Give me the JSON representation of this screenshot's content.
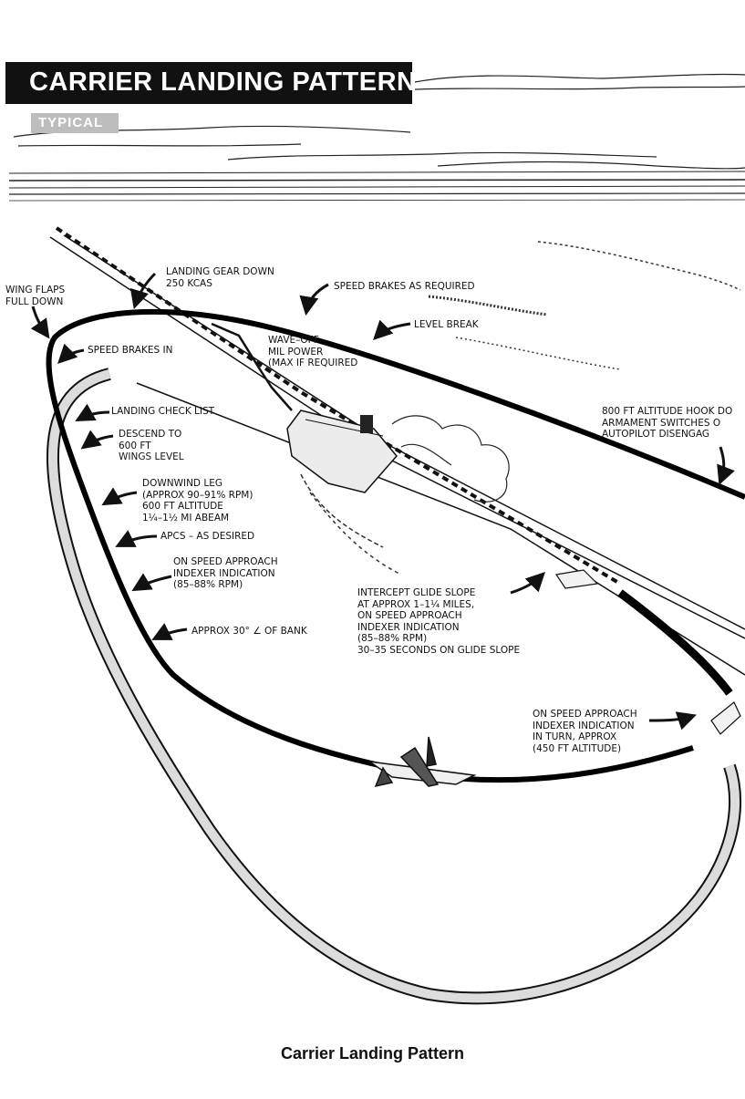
{
  "diagram": {
    "title": "CARRIER LANDING PATTERN",
    "subtitle": "TYPICAL",
    "caption": "Carrier Landing Pattern",
    "labels": {
      "wing_flaps": "WING FLAPS\nFULL DOWN",
      "landing_gear": "LANDING GEAR DOWN\n250 KCAS",
      "speed_brakes_required": "SPEED BRAKES AS REQUIRED",
      "level_break": "LEVEL BREAK",
      "speed_brakes_in": "SPEED BRAKES IN",
      "wave_off": "WAVE–OFF\nMIL POWER\n(MAX IF REQUIRED",
      "landing_check_list": "LANDING CHECK LIST",
      "descend": "DESCEND TO\n600 FT\nWINGS LEVEL",
      "hook_down": "800 FT ALTITUDE HOOK DO\nARMAMENT SWITCHES O\nAUTOPILOT DISENGAG",
      "downwind_leg": "DOWNWIND LEG\n(APPROX 90–91% RPM)\n600 FT ALTITUDE\n1¼–1½ MI ABEAM",
      "apcs": "APCS – AS DESIRED",
      "on_speed_approach": "ON SPEED APPROACH\nINDEXER INDICATION\n(85–88% RPM)",
      "intercept_glide_slope": "INTERCEPT GLIDE SLOPE\nAT APPROX 1–1¼ MILES,\nON SPEED APPROACH\nINDEXER INDICATION\n(85–88% RPM)\n30–35 SECONDS ON GLIDE SLOPE",
      "approx_bank": "APPROX 30° ∠ OF BANK",
      "on_speed_turn": "ON SPEED APPROACH\nINDEXER INDICATION\nIN TURN, APPROX\n(450 FT ALTITUDE)"
    }
  }
}
